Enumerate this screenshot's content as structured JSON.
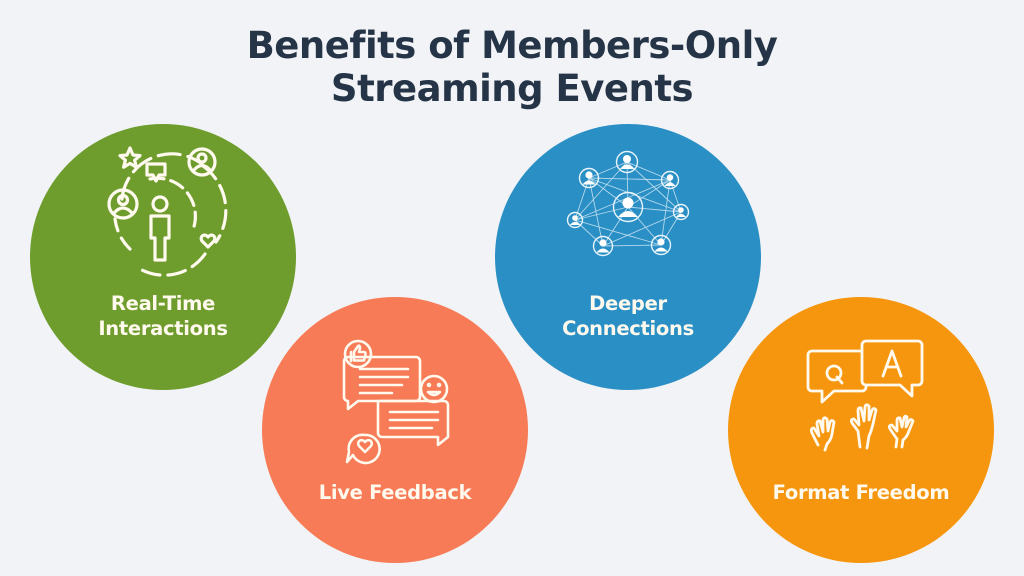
{
  "title": {
    "line1": "Benefits of Members-Only",
    "line2": "Streaming Events"
  },
  "colors": {
    "background": "#F2F3F6",
    "title": "#253447",
    "label_text": "#FFF9EE",
    "icon_stroke": "#FFF9EE"
  },
  "benefits": [
    {
      "label_line1": "Real-Time",
      "label_line2": "Interactions",
      "color": "#6E9D2E",
      "icon": "people-interaction-icon"
    },
    {
      "label_line1": "Live Feedback",
      "label_line2": "",
      "color": "#F77B56",
      "icon": "chat-feedback-icon"
    },
    {
      "label_line1": "Deeper",
      "label_line2": "Connections",
      "color": "#2A8FC4",
      "icon": "network-people-icon"
    },
    {
      "label_line1": "Format Freedom",
      "label_line2": "",
      "color": "#F5960E",
      "icon": "qa-raised-hands-icon"
    }
  ]
}
